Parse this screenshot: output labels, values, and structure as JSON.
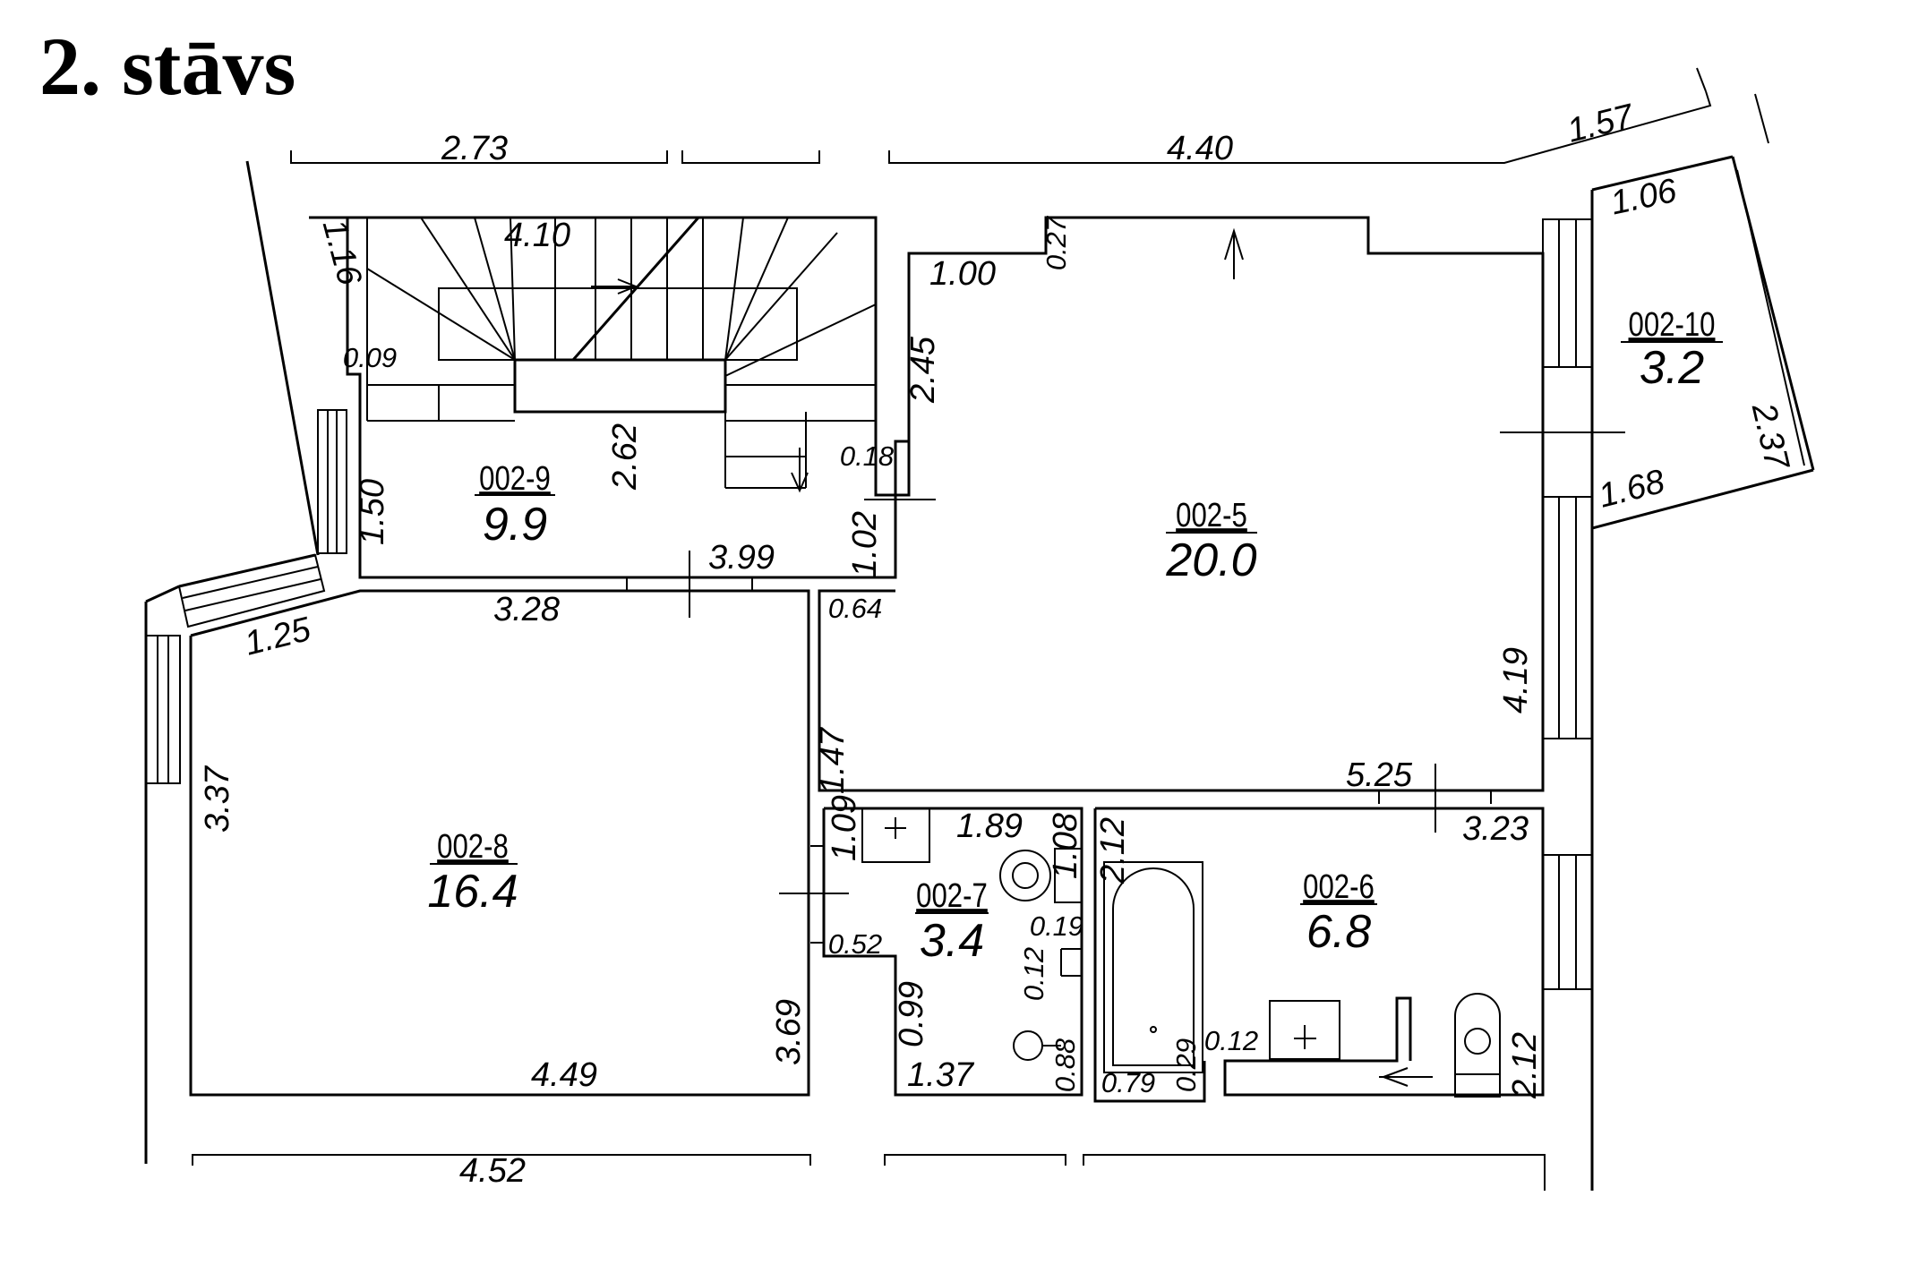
{
  "title": "2. stāvs",
  "rooms": [
    {
      "id": "002-9",
      "area": "9.9"
    },
    {
      "id": "002-5",
      "area": "20.0"
    },
    {
      "id": "002-10",
      "area": "3.2"
    },
    {
      "id": "002-8",
      "area": "16.4"
    },
    {
      "id": "002-7",
      "area": "3.4"
    },
    {
      "id": "002-6",
      "area": "6.8"
    }
  ],
  "dimensions": {
    "outer_top_a": "2.73",
    "outer_top_b": "4.40",
    "outer_top_c": "1.57",
    "outer_bottom": "4.52",
    "d_1_16": "1.16",
    "d_4_10": "4.10",
    "d_0_09": "0.09",
    "d_2_62": "2.62",
    "d_1_50": "1.50",
    "d_3_99": "3.99",
    "d_0_18": "0.18",
    "d_1_02": "1.02",
    "d_1_00": "1.00",
    "d_0_27": "0.27",
    "d_2_45": "2.45",
    "d_0_64": "0.64",
    "d_1_47": "1.47",
    "d_5_25": "5.25",
    "d_4_19": "4.19",
    "d_1_06": "1.06",
    "d_2_37": "2.37",
    "d_1_68": "1.68",
    "d_3_28": "3.28",
    "d_1_25": "1.25",
    "d_3_37": "3.37",
    "d_3_69": "3.69",
    "d_4_49": "4.49",
    "d_1_09": "1.09",
    "d_1_89": "1.89",
    "d_1_08": "1.08",
    "d_0_19": "0.19",
    "d_0_52": "0.52",
    "d_0_12a": "0.12",
    "d_0_99": "0.99",
    "d_1_37": "1.37",
    "d_0_88": "0.88",
    "d_2_12a": "2.12",
    "d_3_23": "3.23",
    "d_0_79": "0.79",
    "d_0_29": "0.29",
    "d_0_12b": "0.12",
    "d_2_12b": "2.12"
  }
}
